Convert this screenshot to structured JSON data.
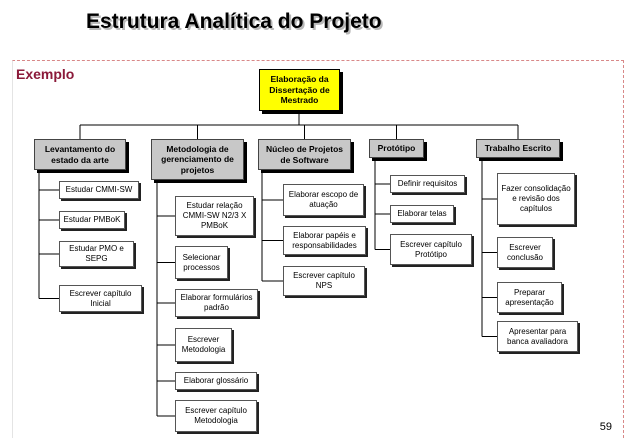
{
  "title": "Estrutura Analítica do Projeto",
  "example_label": "Exemplo",
  "page_number": "59",
  "root": {
    "label": "Elaboração da Dissertação de Mestrado"
  },
  "phases": [
    {
      "label": "Levantamento do estado da arte",
      "tasks": [
        "Estudar CMMI-SW",
        "Estudar PMBoK",
        "Estudar PMO e SEPG",
        "Escrever capítulo Inicial"
      ]
    },
    {
      "label": "Metodologia de gerenciamento de projetos",
      "tasks": [
        "Estudar relação CMMI-SW N2/3 X PMBoK",
        "Selecionar processos",
        "Elaborar formulários padrão",
        "Escrever Metodologia",
        "Elaborar glossário",
        "Escrever capítulo Metodologia"
      ]
    },
    {
      "label": "Núcleo de Projetos de Software",
      "tasks": [
        "Elaborar escopo de atuação",
        "Elaborar papéis e responsabilidades",
        "Escrever capítulo NPS"
      ]
    },
    {
      "label": "Protótipo",
      "tasks": [
        "Definir requisitos",
        "Elaborar telas",
        "Escrever capítulo Protótipo"
      ]
    },
    {
      "label": "Trabalho Escrito",
      "tasks": [
        "Fazer consolidação e revisão dos capítulos",
        "Escrever conclusão",
        "Preparar apresentação",
        "Apresentar para banca avaliadora"
      ]
    }
  ]
}
